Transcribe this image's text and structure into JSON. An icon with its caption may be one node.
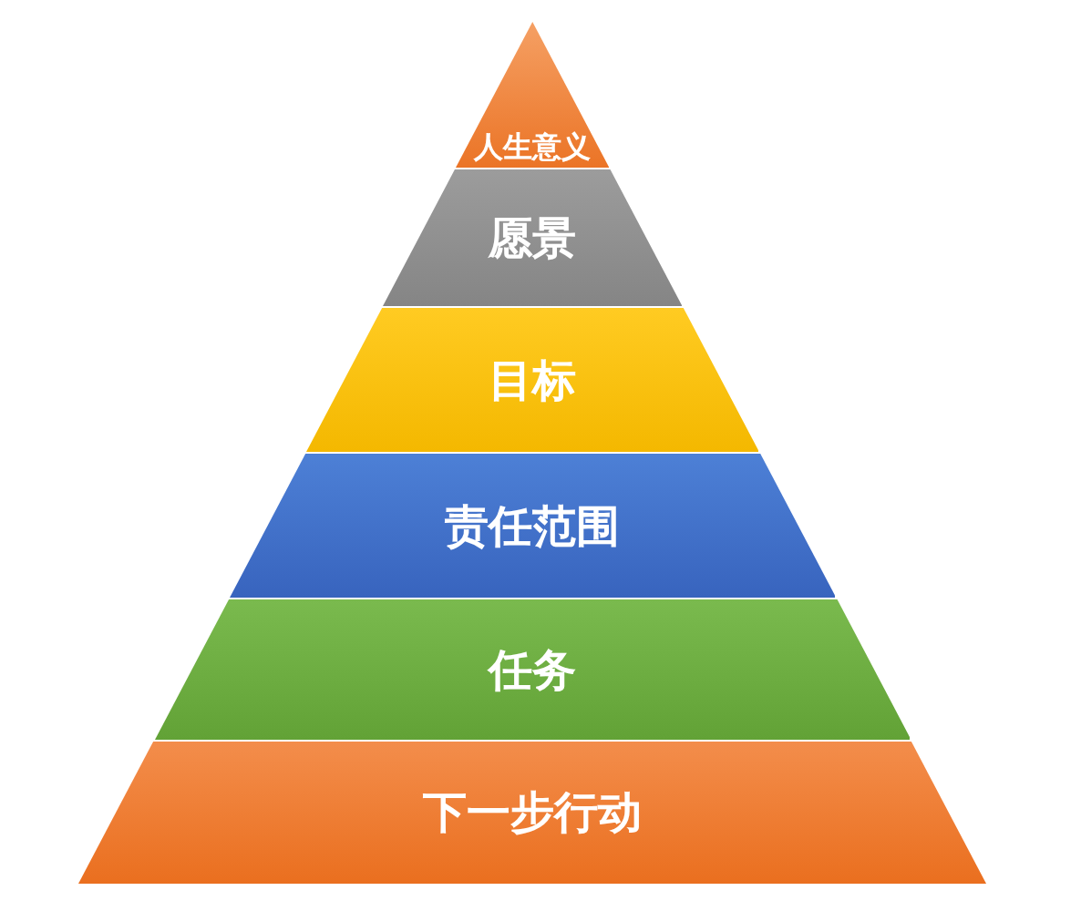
{
  "diagram": {
    "nodes": [
      {
        "text": [
          "人生意义"
        ]
      },
      {
        "text": [
          "愿景"
        ]
      },
      {
        "text": [
          "目标"
        ]
      },
      {
        "text": [
          "责任范围"
        ]
      },
      {
        "text": [
          "任务"
        ]
      },
      {
        "text": [
          "下一步行动"
        ]
      }
    ]
  }
}
